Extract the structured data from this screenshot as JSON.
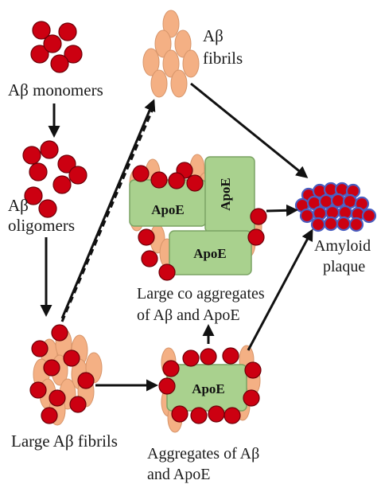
{
  "labels": {
    "monomers": "Aβ monomers",
    "fibrils_line1": "Aβ",
    "fibrils_line2": "fibrils",
    "oligomers_line1": "Aβ",
    "oligomers_line2": "oligomers",
    "large_fibrils": "Large Aβ fibrils",
    "coagg_line1": "Large co aggregates",
    "coagg_line2": "of Aβ and ApoE",
    "agg_line1": "Aggregates of Aβ",
    "agg_line2": "and ApoE",
    "plaque_line1": "Amyloid",
    "plaque_line2": "plaque"
  },
  "apoe_labels": [
    "ApoE",
    "ApoE",
    "ApoE",
    "ApoE"
  ],
  "colors": {
    "monomer_red": "#cc0011",
    "monomer_dark": "#6e0008",
    "fibril_peach": "#f4b084",
    "fibril_edge": "#d7956a",
    "apoe_green": "#a9d18e",
    "apoe_edge": "#7aa363",
    "plaque_outline": "#4a5fc1",
    "arrow": "#111111"
  }
}
